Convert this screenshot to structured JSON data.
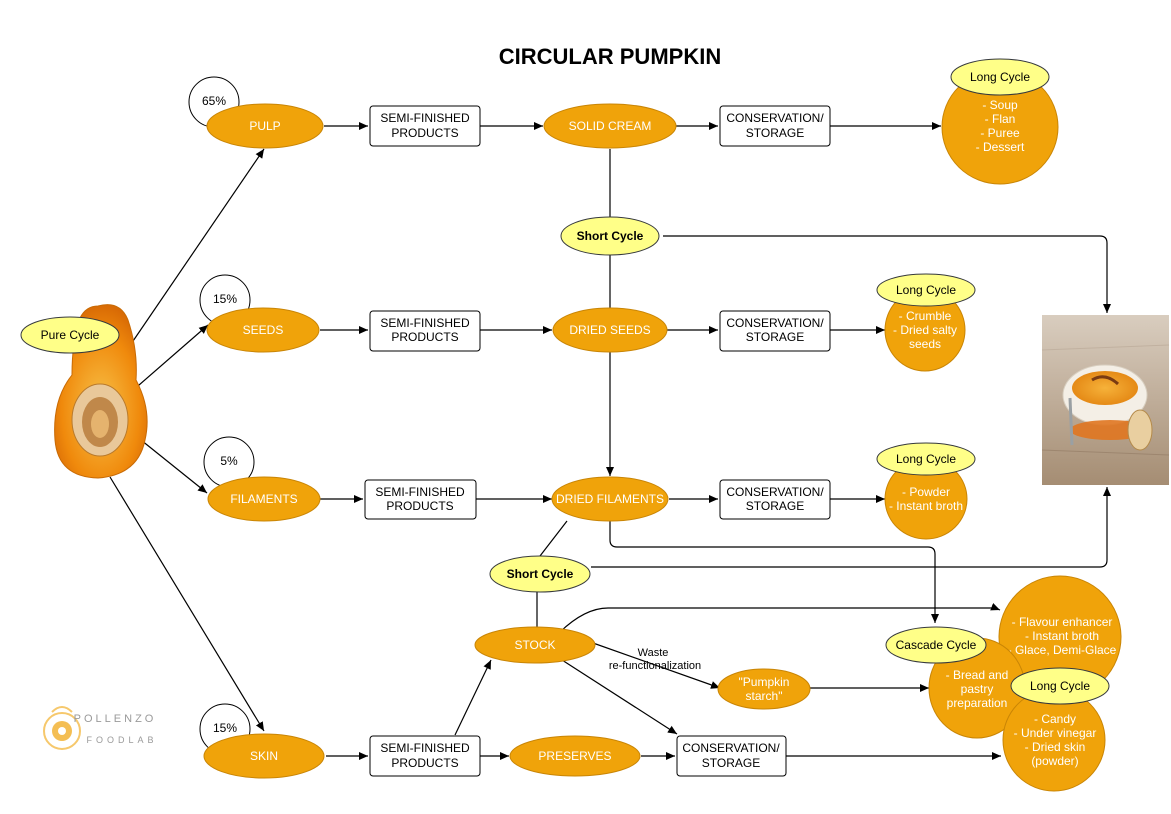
{
  "title": "CIRCULAR PUMPKIN",
  "pure_cycle": "Pure Cycle",
  "percentages": {
    "pulp": "65%",
    "seeds": "15%",
    "filaments": "5%",
    "skin": "15%"
  },
  "parts": {
    "pulp": "PULP",
    "seeds": "SEEDS",
    "filaments": "FILAMENTS",
    "skin": "SKIN"
  },
  "semi_finished": [
    "SEMI-FINISHED",
    "PRODUCTS"
  ],
  "products": {
    "solid_cream": "SOLID CREAM",
    "dried_seeds": "DRIED SEEDS",
    "dried_filaments": "DRIED FILAMENTS",
    "stock": "STOCK",
    "preserves": "PRESERVES"
  },
  "conservation": [
    "CONSERVATION/",
    "STORAGE"
  ],
  "short_cycle": "Short Cycle",
  "long_cycle": "Long Cycle",
  "cascade_cycle": "Cascade Cycle",
  "waste": [
    "Waste",
    "re-functionalization"
  ],
  "pumpkin_starch": [
    "\"Pumpkin",
    "starch\""
  ],
  "outputs": {
    "pulp": [
      "- Soup",
      "- Flan",
      "- Puree",
      "- Dessert"
    ],
    "seeds": [
      "- Crumble",
      "- Dried salty",
      "seeds"
    ],
    "filaments": [
      "- Powder",
      "- Instant broth"
    ],
    "cascade": [
      "- Flavour enhancer",
      "- Instant broth",
      "- Glace, Demi-Glace"
    ],
    "bread": [
      "- Bread and",
      "pastry",
      "preparation"
    ],
    "skin": [
      "- Candy",
      "- Under vinegar",
      "- Dried skin",
      "(powder)"
    ]
  },
  "logo": {
    "name": "POLLENZO",
    "sub": "FOODLAB"
  },
  "colors": {
    "orange": "#f0a30a",
    "yellow": "#ffff88",
    "stroke": "#000000"
  }
}
